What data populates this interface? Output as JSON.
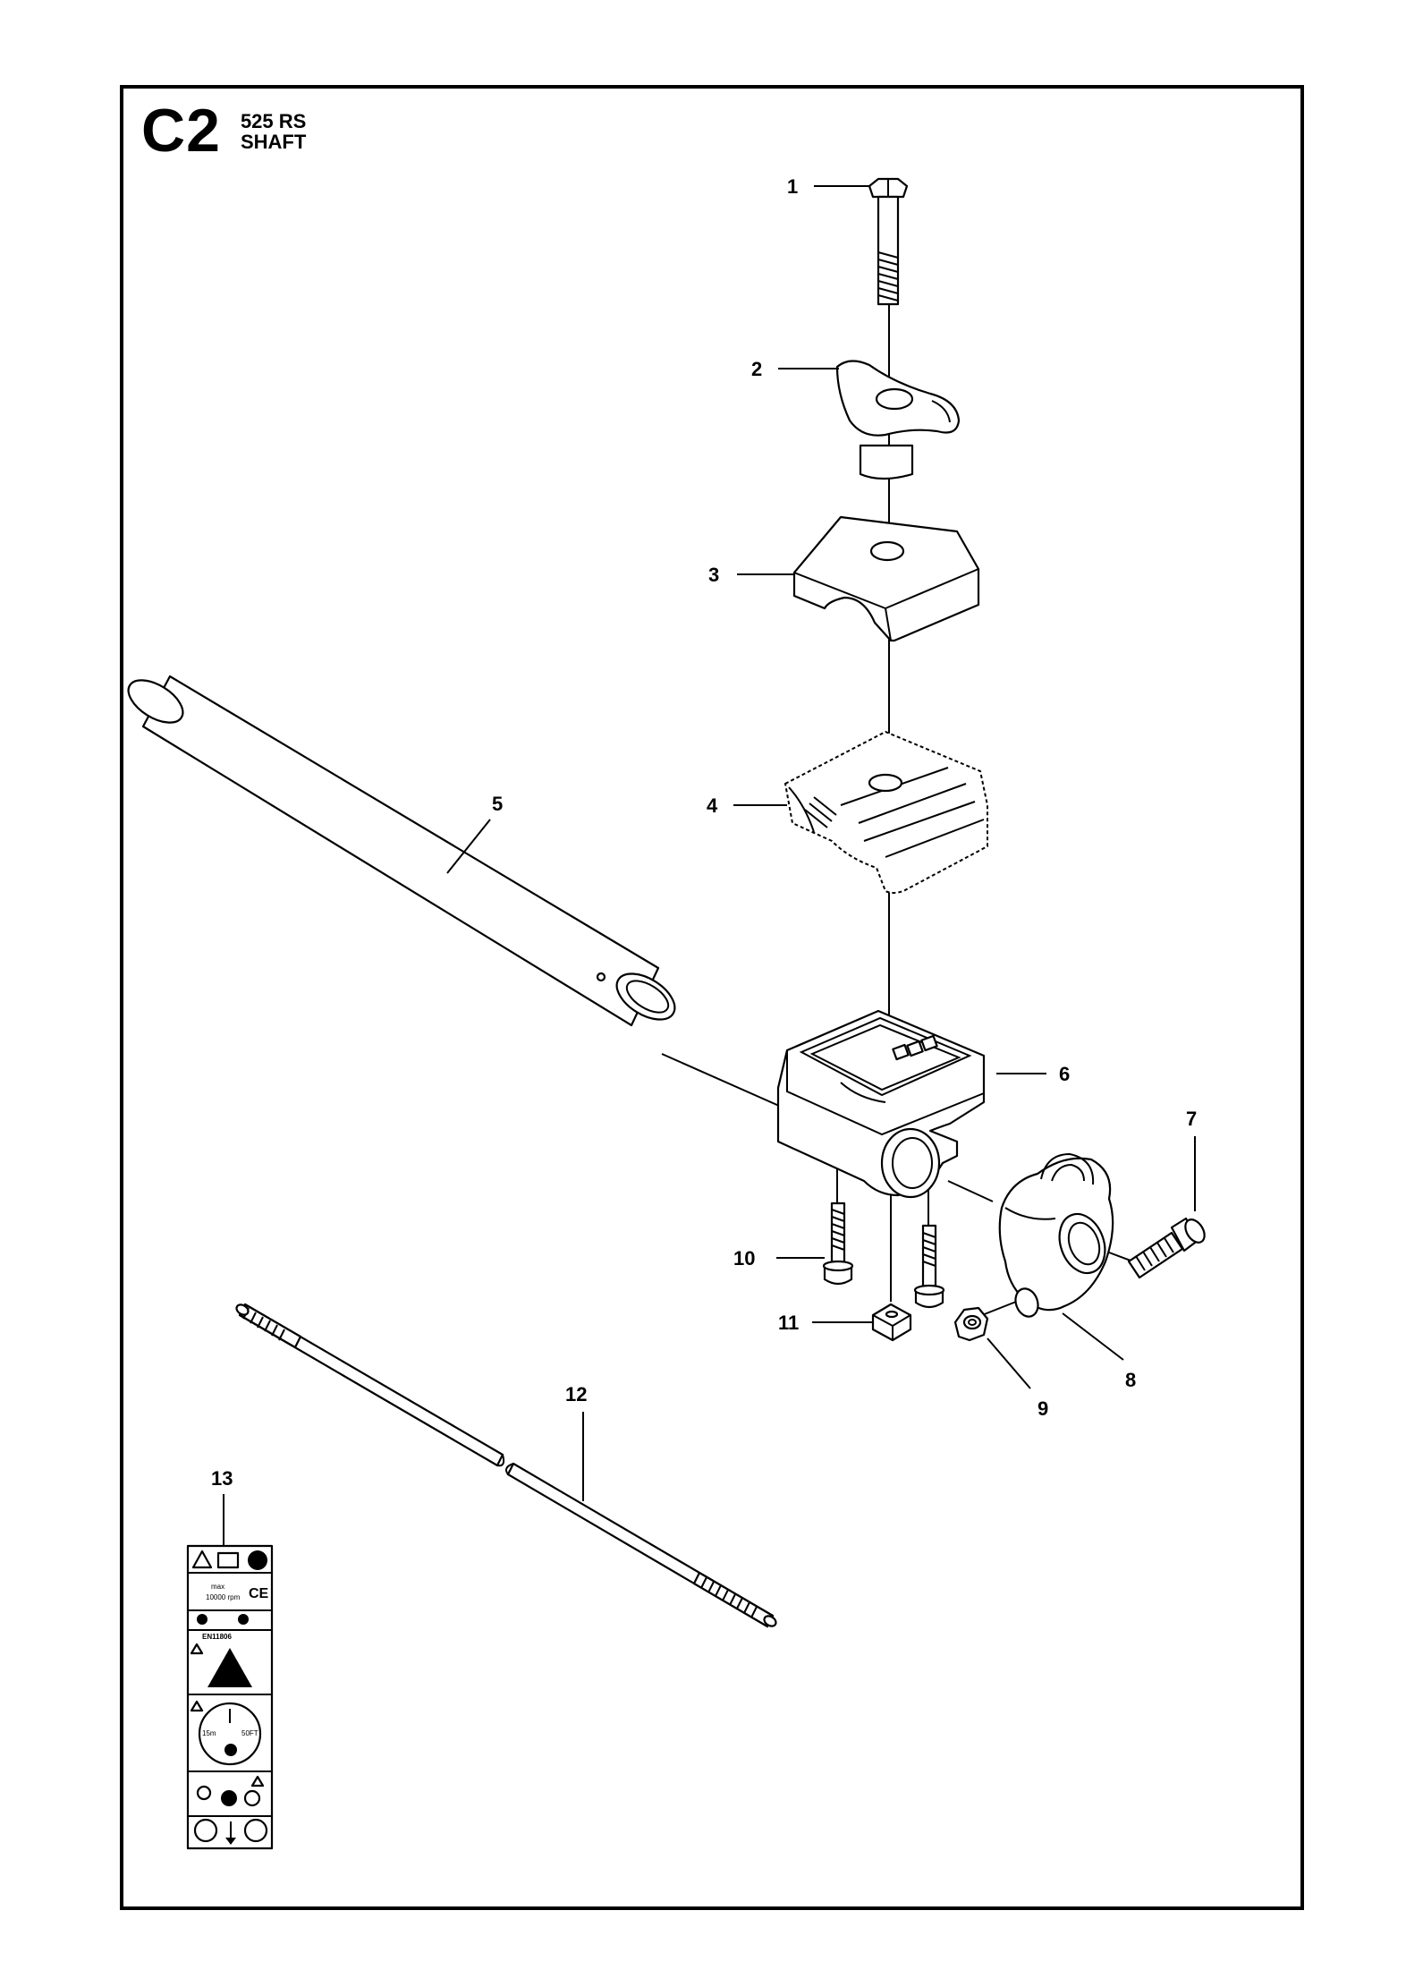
{
  "header": {
    "section_code": "C2",
    "model": "525 RS",
    "title": "SHAFT"
  },
  "callouts": [
    {
      "number": "1",
      "part": "bolt"
    },
    {
      "number": "2",
      "part": "wing-knob"
    },
    {
      "number": "3",
      "part": "clamp-cover"
    },
    {
      "number": "4",
      "part": "clamp-insert"
    },
    {
      "number": "5",
      "part": "shaft-tube"
    },
    {
      "number": "6",
      "part": "handle-bracket"
    },
    {
      "number": "7",
      "part": "side-screw"
    },
    {
      "number": "8",
      "part": "harness-eye"
    },
    {
      "number": "9",
      "part": "nut"
    },
    {
      "number": "10",
      "part": "screw"
    },
    {
      "number": "11",
      "part": "square-nut"
    },
    {
      "number": "12",
      "part": "drive-shaft"
    },
    {
      "number": "13",
      "part": "warning-decal"
    }
  ],
  "decal": {
    "max_label": "max",
    "rpm_label": "10000 rpm",
    "ce_mark": "CE",
    "standard": "EN11806",
    "distance_1": "15m",
    "distance_2": "50FT"
  }
}
